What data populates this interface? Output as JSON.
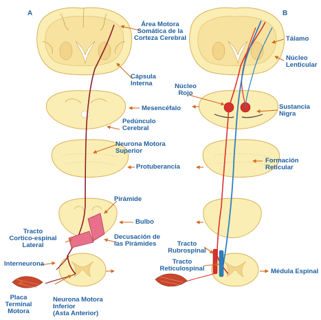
{
  "panels": {
    "a": "A",
    "b": "B"
  },
  "labels": {
    "area_motora": [
      "Área Motora",
      "Somática de la",
      "Corteza Cerebral"
    ],
    "capsula_interna": [
      "Cápsula",
      "Interna"
    ],
    "mesencefalo": "Mesencéfalo",
    "pedunculo_cerebral": [
      "Pedúnculo",
      "Cerebral"
    ],
    "neurona_motora_superior": [
      "Neurona Motora",
      "Superior"
    ],
    "protuberancia": "Protuberancia",
    "piramide": "Pirámide",
    "bulbo": "Bulbo",
    "decusacion": [
      "Decusación de",
      "las Pirámides"
    ],
    "tracto_corticoespinal": [
      "Tracto",
      "Cortico-espinal",
      "Lateral"
    ],
    "interneurona": "Interneurona",
    "placa_terminal": [
      "Placa",
      "Terminal",
      "Motora"
    ],
    "neurona_motora_inferior": [
      "Neurona Motora",
      "Inferior",
      "(Asta Anterior)"
    ],
    "talamo": "Tálamo",
    "nucleo_lenticular": [
      "Núcleo",
      "Lenticular"
    ],
    "nucleo_rojo": [
      "Núcleo",
      "Rojo"
    ],
    "sustancia_nigra": [
      "Sustancia",
      "Nigra"
    ],
    "formacion_reticular": [
      "Formación",
      "Reticular"
    ],
    "tracto_rubrospinal": [
      "Tracto",
      "Rubrospinal"
    ],
    "tracto_reticulospinal": [
      "Tracto",
      "Reticulospinal"
    ],
    "medula_espinal": "Médula  Espinal"
  },
  "colors": {
    "label_text": "#1f5fa0",
    "tissue_fill": "#fbeeb4",
    "tissue_outline": "#d6b15a",
    "pyramidal_tract": "#8b1d2c",
    "pyramid_highlight": "#e8708a",
    "rubrospinal_tract": "#d9302a",
    "reticulospinal_tract": "#2f7fc1",
    "arrow": "#d2691e",
    "muscle": "#c8472d"
  }
}
